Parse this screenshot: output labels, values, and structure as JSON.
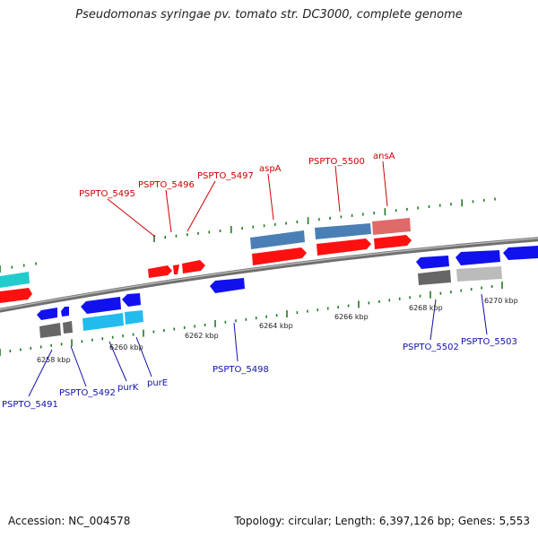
{
  "title": "Pseudomonas syringae pv. tomato str. DC3000, complete genome",
  "accession_label": "Accession: NC_004578",
  "summary_label": "Topology: circular; Length: 6,397,126 bp; Genes: 5,553",
  "colors": {
    "backbone": "#7a7a7a",
    "top_strand_label": "#cc0000",
    "bottom_strand_label": "#1111aa",
    "tick": "#1f7a1f"
  },
  "ticks": [
    {
      "label": "6258 kbp"
    },
    {
      "label": "6260 kbp"
    },
    {
      "label": "6262 kbp"
    },
    {
      "label": "6264 kbp"
    },
    {
      "label": "6266 kbp"
    },
    {
      "label": "6268 kbp"
    },
    {
      "label": "6270 kbp"
    }
  ],
  "gene_labels": [
    {
      "text": "PSPTO_5495",
      "strand": "top"
    },
    {
      "text": "PSPTO_5496",
      "strand": "top"
    },
    {
      "text": "PSPTO_5497",
      "strand": "top"
    },
    {
      "text": "aspA",
      "strand": "top"
    },
    {
      "text": "PSPTO_5500",
      "strand": "top"
    },
    {
      "text": "ansA",
      "strand": "top"
    },
    {
      "text": "PSPTO_5491",
      "strand": "bottom"
    },
    {
      "text": "PSPTO_5492",
      "strand": "bottom"
    },
    {
      "text": "purK",
      "strand": "bottom"
    },
    {
      "text": "purE",
      "strand": "bottom"
    },
    {
      "text": "PSPTO_5498",
      "strand": "bottom"
    },
    {
      "text": "PSPTO_5502",
      "strand": "bottom"
    },
    {
      "text": "PSPTO_5503",
      "strand": "bottom"
    }
  ]
}
